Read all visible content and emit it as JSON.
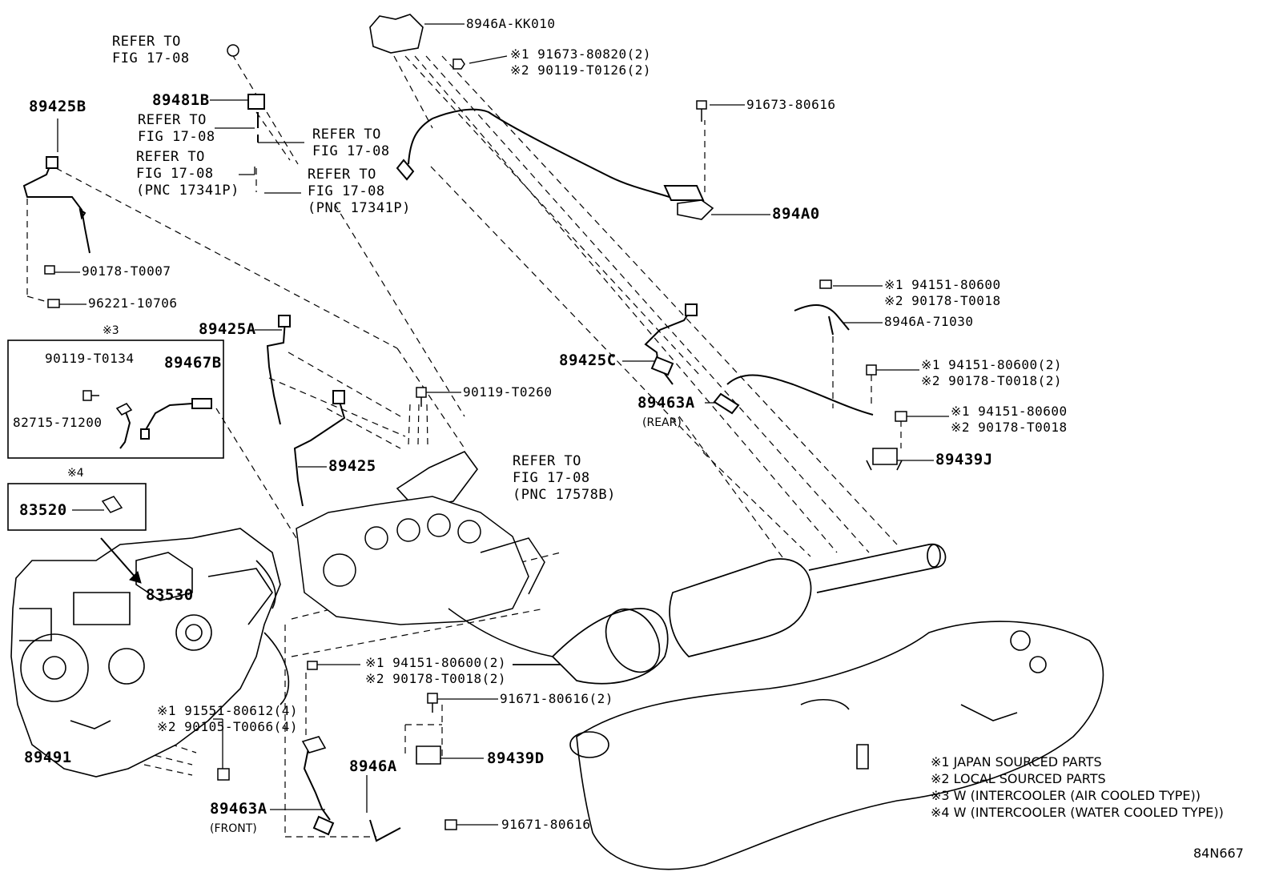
{
  "diagram_id": "84N667",
  "parts": {
    "p8946A_KK010": "8946A-KK010",
    "p91673_80820": "※1 91673-80820(2)",
    "p90119_T0126": "※2 90119-T0126(2)",
    "p91673_80616": "91673-80616",
    "p894A0": "894A0",
    "p89481B": "89481B",
    "p89425B": "89425B",
    "p90178_T0007": "90178-T0007",
    "p96221_10706": "96221-10706",
    "p90119_T0134": "90119-T0134",
    "p89467B": "89467B",
    "p82715_71200": "82715-71200",
    "p83520": "83520",
    "p89425A": "89425A",
    "p89425": "89425",
    "p90119_T0260": "90119-T0260",
    "p89425C": "89425C",
    "p89463A_rear": "89463A",
    "p8946A_71030": "8946A-71030",
    "p94151_80600_a": "※1 94151-80600",
    "p90178_T0018_a": "※2 90178-T0018",
    "p94151_80600_b": "※1 94151-80600(2)",
    "p90178_T0018_b": "※2 90178-T0018(2)",
    "p94151_80600_c": "※1 94151-80600",
    "p90178_T0018_c": "※2 90178-T0018",
    "p89439J": "89439J",
    "p83530": "83530",
    "p94151_80600_d": "※1 94151-80600(2)",
    "p90178_T0018_d": "※2 90178-T0018(2)",
    "p91671_80616_2": "91671-80616(2)",
    "p91551_80612": "※1 91551-80612(4)",
    "p90105_T0066": "※2 90105-T0066(4)",
    "p89491": "89491",
    "p8946A": "8946A",
    "p89439D": "89439D",
    "p89463A_front": "89463A",
    "p91671_80616": "91671-80616"
  },
  "refs": {
    "r1": "REFER TO\nFIG 17-08",
    "r2": "REFER TO\nFIG 17-08",
    "r3": "REFER TO\nFIG 17-08",
    "r4": "REFER TO\nFIG 17-08\n(PNC 17341P)",
    "r5": "REFER TO\nFIG 17-08\n(PNC 17341P)",
    "r6": "REFER TO\nFIG 17-08\n(PNC 17578B)"
  },
  "qualifiers": {
    "rear": "(REAR)",
    "front": "(FRONT)",
    "mark3": "※3",
    "mark4": "※4"
  },
  "legend": {
    "n1": "※1 JAPAN SOURCED PARTS",
    "n2": "※2 LOCAL SOURCED PARTS",
    "n3": "※3 W (INTERCOOLER (AIR COOLED TYPE))",
    "n4": "※4 W (INTERCOOLER (WATER COOLED TYPE))"
  }
}
